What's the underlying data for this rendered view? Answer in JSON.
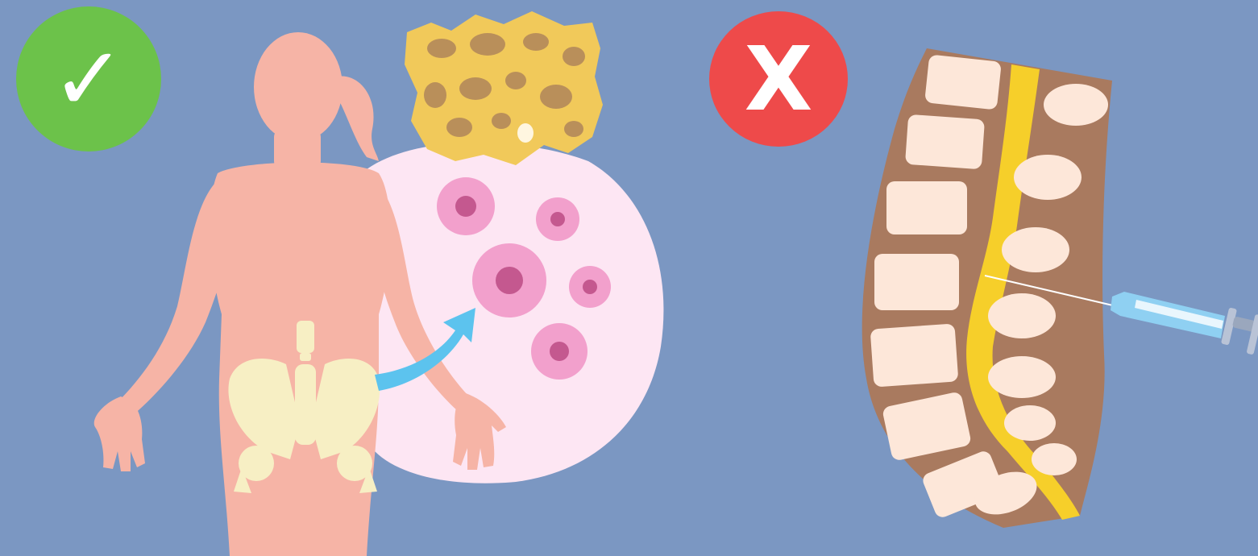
{
  "scene": {
    "background_color": "#7b97c2",
    "panels": [
      {
        "status": "correct",
        "badge_icon": "checkmark-icon",
        "badge_color": "#6cc24a",
        "badge_glyph": "✓"
      },
      {
        "status": "incorrect",
        "badge_icon": "x-mark-icon",
        "badge_color": "#ee4a4a",
        "badge_glyph": "X"
      }
    ],
    "colors": {
      "skin": "#f6b4a6",
      "bone": "#f7efc4",
      "marrow_sponge": "#f1c95a",
      "cell_bubble": "#fde6f3",
      "cell_outer": "#f2a0cc",
      "cell_nucleus": "#c4588f",
      "arrow": "#5cc3ee",
      "spine_tissue": "#a97a5f",
      "vertebra": "#fde7d9",
      "spinal_cord": "#f6cf2a",
      "syringe": "#8fd0f2"
    }
  }
}
